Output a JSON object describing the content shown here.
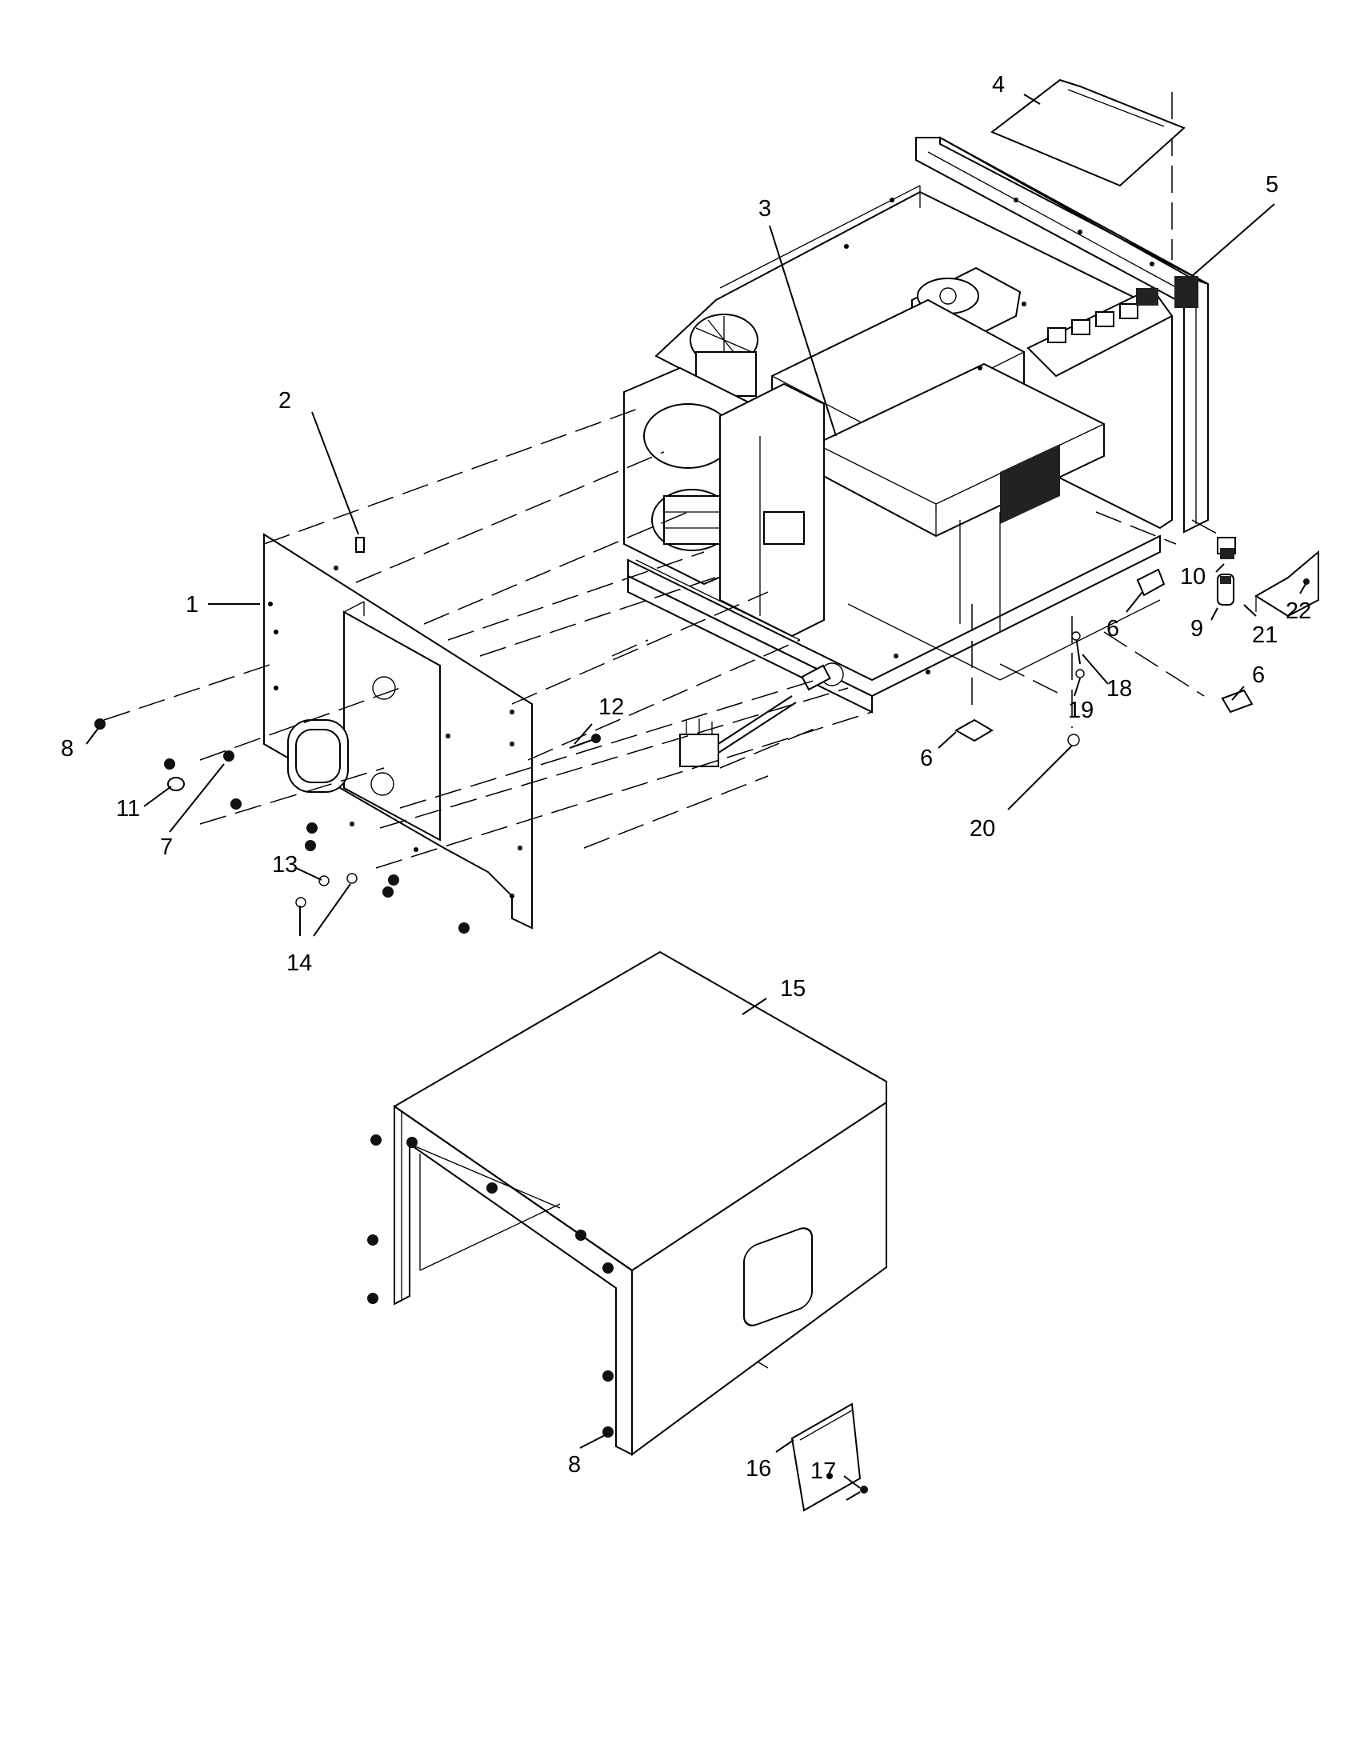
{
  "callouts": [
    {
      "id": "callout-1",
      "text": "1"
    },
    {
      "id": "callout-2",
      "text": "2"
    },
    {
      "id": "callout-3",
      "text": "3"
    },
    {
      "id": "callout-4",
      "text": "4"
    },
    {
      "id": "callout-5",
      "text": "5"
    },
    {
      "id": "callout-6a",
      "text": "6"
    },
    {
      "id": "callout-6b",
      "text": "6"
    },
    {
      "id": "callout-6c",
      "text": "6"
    },
    {
      "id": "callout-7",
      "text": "7"
    },
    {
      "id": "callout-8a",
      "text": "8"
    },
    {
      "id": "callout-8b",
      "text": "8"
    },
    {
      "id": "callout-9",
      "text": "9"
    },
    {
      "id": "callout-10",
      "text": "10"
    },
    {
      "id": "callout-11",
      "text": "11"
    },
    {
      "id": "callout-12",
      "text": "12"
    },
    {
      "id": "callout-13",
      "text": "13"
    },
    {
      "id": "callout-14",
      "text": "14"
    },
    {
      "id": "callout-15",
      "text": "15"
    },
    {
      "id": "callout-16",
      "text": "16"
    },
    {
      "id": "callout-17",
      "text": "17"
    },
    {
      "id": "callout-18",
      "text": "18"
    },
    {
      "id": "callout-19",
      "text": "19"
    },
    {
      "id": "callout-20",
      "text": "20"
    },
    {
      "id": "callout-21",
      "text": "21"
    },
    {
      "id": "callout-22",
      "text": "22"
    }
  ]
}
